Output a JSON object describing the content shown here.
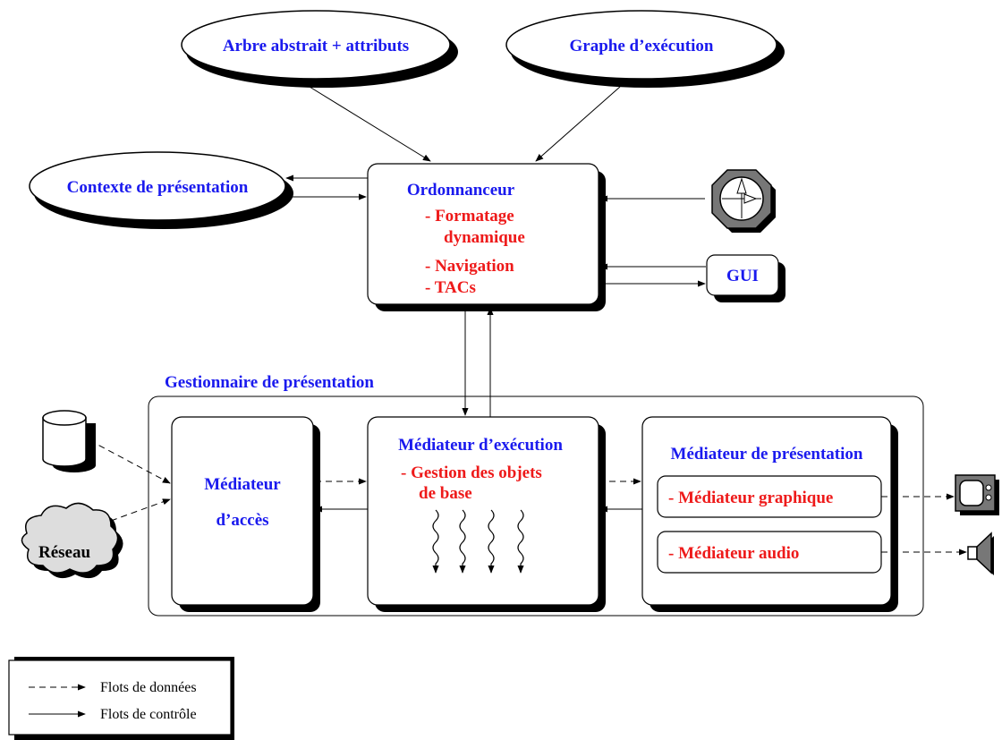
{
  "nodes": {
    "abstract_tree": "Arbre abstrait + attributs",
    "exec_graph": "Graphe d’exécution",
    "presentation_context": "Contexte de présentation",
    "scheduler": {
      "title": "Ordonnanceur",
      "item1_line1": "- Formatage",
      "item1_line2": "dynamique",
      "item2": "- Navigation",
      "item3": "- TACs"
    },
    "gui": "GUI",
    "network": "Réseau"
  },
  "presentation_manager": {
    "label": "Gestionnaire de présentation",
    "access_mediator_line1": "Médiateur",
    "access_mediator_line2": "d’accès",
    "exec_mediator": {
      "title": "Médiateur d’exécution",
      "item_line1": "- Gestion des objets",
      "item_line2": "de base"
    },
    "pres_mediator": {
      "title": "Médiateur de présentation",
      "graphic": "- Médiateur graphique",
      "audio": "- Médiateur audio"
    }
  },
  "legend": {
    "data_flow": "Flots de données",
    "control_flow": "Flots de contrôle"
  },
  "colors": {
    "title_blue": "#1a1aee",
    "item_red": "#ee1a1a",
    "device_gray": "#777777",
    "cloud_gray": "#dddddd"
  },
  "icons": {
    "clock": "clock-icon",
    "database": "database-icon",
    "monitor": "monitor-icon",
    "speaker": "speaker-icon"
  }
}
